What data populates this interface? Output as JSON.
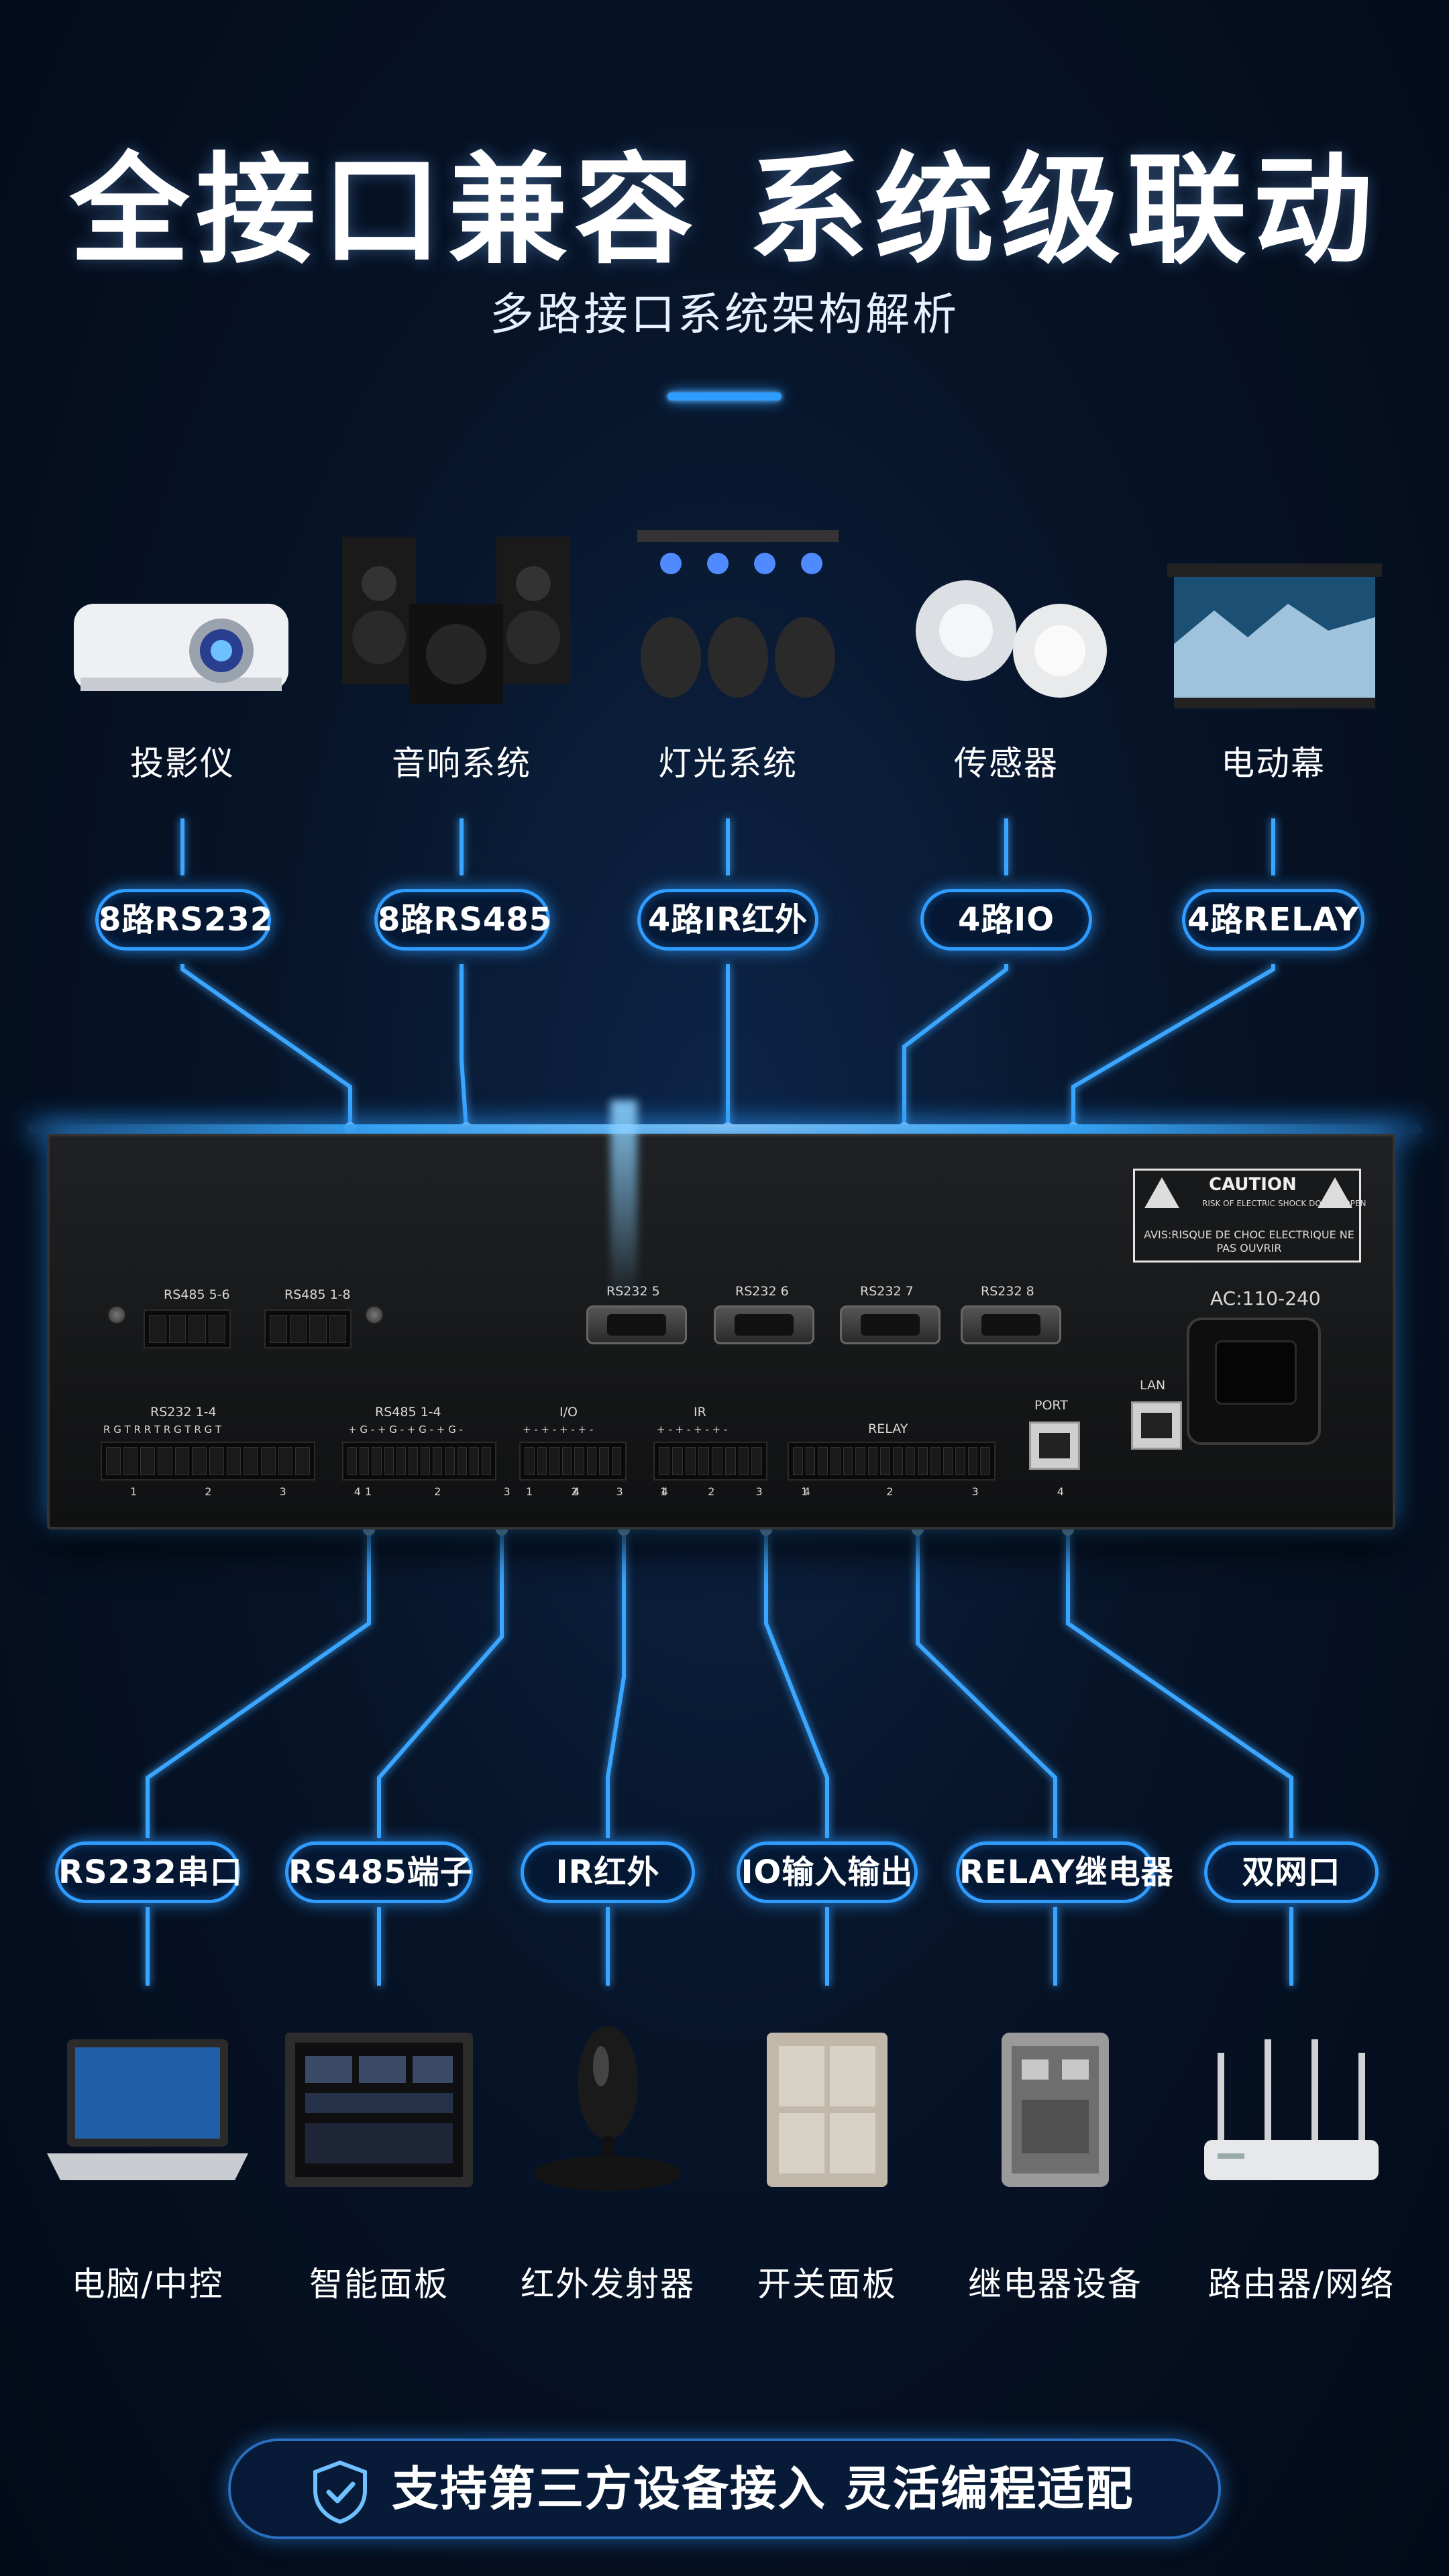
{
  "title": "全接口兼容 系统级联动",
  "subtitle": "多路接口系统架构解析",
  "accent_color": "#2f9cff",
  "top_devices": [
    {
      "label": "投影仪",
      "icon": "projector-icon"
    },
    {
      "label": "音响系统",
      "icon": "speaker-icon"
    },
    {
      "label": "灯光系统",
      "icon": "stage-light-icon"
    },
    {
      "label": "传感器",
      "icon": "sensor-icon"
    },
    {
      "label": "电动幕",
      "icon": "projection-screen-icon"
    }
  ],
  "top_interfaces": [
    "8路RS232",
    "8路RS485",
    "4路IR红外",
    "4路IO",
    "4路RELAY"
  ],
  "bottom_interfaces": [
    "RS232串口",
    "RS485端子",
    "IR红外",
    "IO输入输出",
    "RELAY继电器",
    "双网口"
  ],
  "bottom_devices": [
    {
      "label": "电脑/中控",
      "icon": "laptop-icon"
    },
    {
      "label": "智能面板",
      "icon": "smart-panel-icon"
    },
    {
      "label": "红外发射器",
      "icon": "ir-emitter-icon"
    },
    {
      "label": "开关面板",
      "icon": "switch-panel-icon"
    },
    {
      "label": "继电器设备",
      "icon": "relay-module-icon"
    },
    {
      "label": "路由器/网络",
      "icon": "router-icon"
    }
  ],
  "panel": {
    "rs485_56": "RS485 5-6",
    "rs485_18": "RS485 1-8",
    "rs232_5": "RS232 5",
    "rs232_6": "RS232 6",
    "rs232_7": "RS232 7",
    "rs232_8": "RS232 8",
    "caution_title": "CAUTION",
    "caution_small": "RISK OF ELECTRIC SHOCK DO NOT OPEN",
    "caution_fr": "AVIS:RISQUE DE CHOC ELECTRIQUE NE PAS OUVRIR",
    "ac": "AC:110-240",
    "rs232_14": "RS232 1-4",
    "rs485_14": "RS485 1-4",
    "io": "I/O",
    "ir": "IR",
    "relay": "RELAY",
    "port": "PORT",
    "lan": "LAN",
    "rs232_pins": "R G T R R T R G T R G T",
    "rs485_pins": "+ G - + G - + G - + G -",
    "io_pins": "+ - + - + - + -",
    "ir_pins": "+ - + - + - + -",
    "group_marks": "1 2 3 4"
  },
  "banner": "支持第三方设备接入 灵活编程适配"
}
